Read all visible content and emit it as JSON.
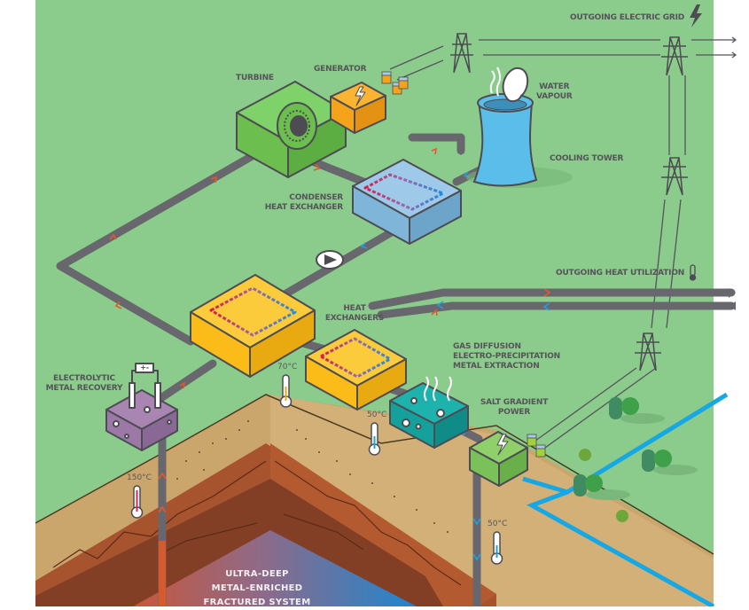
{
  "labels": {
    "outgoing_grid": "OUTGOING ELECTRIC GRID",
    "turbine": "TURBINE",
    "generator": "GENERATOR",
    "water_vapour_1": "WATER",
    "water_vapour_2": "VAPOUR",
    "cooling_tower": "COOLING TOWER",
    "condenser_1": "CONDENSER",
    "condenser_2": "HEAT EXCHANGER",
    "outgoing_heat": "OUTGOING HEAT UTILIZATION",
    "heat_exchangers_1": "HEAT",
    "heat_exchangers_2": "EXCHANGERS",
    "gas_diffusion_1": "GAS DIFFUSION",
    "gas_diffusion_2": "ELECTRO-PRECIPITATION",
    "gas_diffusion_3": "METAL EXTRACTION",
    "electrolytic_1": "ELECTROLYTIC",
    "electrolytic_2": "METAL RECOVERY",
    "salt_gradient_1": "SALT GRADIENT",
    "salt_gradient_2": "POWER",
    "deep_1": "ULTRA-DEEP",
    "deep_2": "METAL-ENRICHED",
    "deep_3": "FRACTURED SYSTEM",
    "battery_symbol": "+-"
  },
  "temperatures": {
    "production_well": "150°C",
    "after_heat_exchanger": "70°C",
    "after_extraction": "50°C",
    "injection_well": "50°C"
  },
  "colors": {
    "ground": "#8bcb8c",
    "pipe": "#67676d",
    "outline": "#4c4c52",
    "turbine": "#6cbf4f",
    "generator": "#f5a31a",
    "heat_exchanger": "#fbbb19",
    "condenser": "#7fb5d9",
    "cooling_tower": "#5bbde9",
    "extraction": "#14a19b",
    "electrolytic": "#9b78a5",
    "salt_power": "#7ac15a",
    "hot_arrow": "#e4592b",
    "cold_arrow": "#1fa1e0",
    "water_line": "#16a7e5",
    "sand": "#caa56c",
    "rock": "#a7532d",
    "deep_rock": "#823f25"
  }
}
